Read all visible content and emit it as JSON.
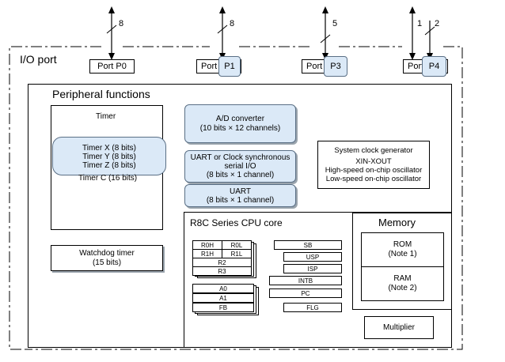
{
  "io_port": {
    "label": "I/O port",
    "ports": [
      {
        "name": "Port P0",
        "count": "8"
      },
      {
        "prefix": "Port",
        "suffix": "P1",
        "count": "8"
      },
      {
        "prefix": "Port",
        "suffix": "P3",
        "count": "5"
      },
      {
        "prefix": "Port",
        "suffix": "P4",
        "count_left": "1",
        "count_right": "2"
      }
    ]
  },
  "peripheral": {
    "title": "Peripheral functions",
    "timer": {
      "title": "Timer",
      "lines": [
        "Timer X (8 bits)",
        "Timer Y (8 bits)",
        "Timer Z (8 bits)",
        "Timer C (16 bits)"
      ]
    },
    "watchdog": {
      "line1": "Watchdog timer",
      "line2": "(15 bits)"
    },
    "adc": {
      "line1": "A/D converter",
      "line2": "(10 bits × 12 channels)"
    },
    "uart_sync": {
      "line1": "UART or Clock synchronous",
      "line2": "serial I/O",
      "line3": "(8 bits × 1 channel)"
    },
    "uart": {
      "line1": "UART",
      "line2": "(8 bits × 1 channel)"
    },
    "clock": {
      "title": "System clock generator",
      "xin": "XIN-XOUT",
      "line2": "High-speed on-chip oscillator",
      "line3": "Low-speed on-chip oscillator"
    }
  },
  "cpu": {
    "title": "R8C Series CPU core",
    "registers": {
      "r0h": "R0H",
      "r0l": "R0L",
      "r1h": "R1H",
      "r1l": "R1L",
      "r2": "R2",
      "r3": "R3",
      "a0": "A0",
      "a1": "A1",
      "fb": "FB",
      "sb": "SB",
      "usp": "USP",
      "isp": "ISP",
      "intb": "INTB",
      "pc": "PC",
      "flg": "FLG"
    }
  },
  "memory": {
    "title": "Memory",
    "rom": {
      "line1": "ROM",
      "line2": "(Note 1)"
    },
    "ram": {
      "line1": "RAM",
      "line2": "(Note 2)"
    }
  },
  "multiplier": "Multiplier",
  "colors": {
    "highlight": "#dbe9f7",
    "border": "#000000",
    "shadow": "#9aa4ad"
  }
}
